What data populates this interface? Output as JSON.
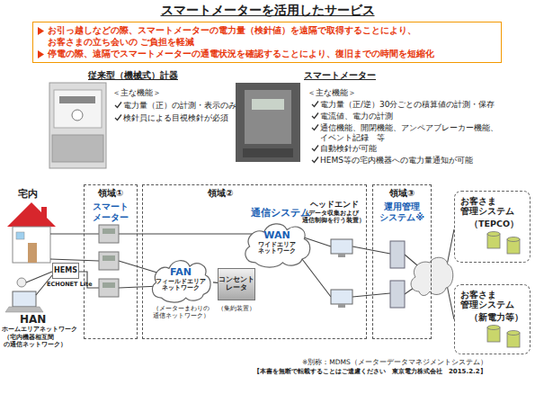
{
  "diagram": {
    "title": "スマートメーターを活用したサービス",
    "nodes": [
      {
        "text": [
          "お引っ越しなどの際、スマートメーターの電力量（検針値）を遠隔で取得することにより、お客さまの立ち会いの ご負担を軽減",
          "停電の際、遠隔でスマートメーターの通電状況を確認することにより、復旧までの時間を短縮化"
        ]
      },
      {
        "text": [
          "HEMS"
        ]
      },
      {
        "text": [
          "領域①",
          "スマート メーター"
        ]
      },
      {
        "text": [
          "領域②",
          "通信システム"
        ]
      },
      {
        "text": [
          "FAN",
          "フィールドエリア ネットワーク",
          "（メーターまわりの 通信ネットワーク）"
        ],
        "in": 3
      },
      {
        "text": [
          "コンセント レータ",
          "（集約装置）"
        ],
        "in": 3
      },
      {
        "text": [
          "WAN",
          "ワイドエリア ネットワーク"
        ],
        "in": 3
      },
      {
        "text": [
          "領域③",
          "運用管理 システム※"
        ]
      },
      {
        "text": [
          "お客さま 管理システム",
          "（TEPCO）"
        ]
      },
      {
        "text": [
          "お客さま 管理システム",
          "（新電力等）"
        ]
      }
    ],
    "edges": [
      {
        "from": 4,
        "to": 5,
        "arrow": "none"
      },
      {
        "from": 5,
        "to": 6,
        "arrow": "none"
      }
    ],
    "labels": [
      "従来型（機械式）計器",
      "＜主な機能＞",
      "電力量（正）の計測・表示のみ",
      "検針員による目視検針が必須",
      "スマートメーター",
      "＜主な機能＞",
      "電力量（正/逆）30分ごとの積算値の計測・保存",
      "電流値、電力の計測",
      "通信機能、開閉機能、アンペアブレーカー機能、 イベント記録　等",
      "自動検針が可能",
      "HEMS等の宅内機器への電力量通知が可能",
      "宅内",
      "ECHONET Lite",
      "HAN",
      "ホームエリアネットワーク",
      "（宅内機器相互間 の通信ネットワーク）",
      "ヘッドエンド",
      "（データ収集および 通信制御を行う装置）",
      "※別称：MDMS（メーターデータマネジメントシステム）",
      "【本書を無断で転載することはご遠慮ください　東京電力株式会社　2015.2.2】"
    ]
  }
}
